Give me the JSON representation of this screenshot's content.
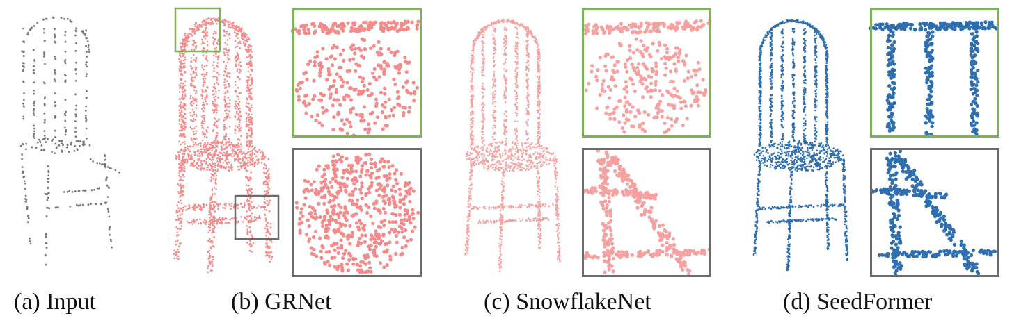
{
  "captions": {
    "input": "(a) Input",
    "grnet": "(b) GRNet",
    "snowflakenet": "(c) SnowflakeNet",
    "seedformer": "(d) SeedFormer"
  },
  "colors": {
    "input_points": "#7a7a7a",
    "grnet_points": "#f48a8a",
    "snowflakenet_points": "#f7a0a0",
    "seedformer_points": "#2f6fb0",
    "zoom_top_border": "#7cb25a",
    "zoom_bottom_border": "#6b6b6b"
  }
}
